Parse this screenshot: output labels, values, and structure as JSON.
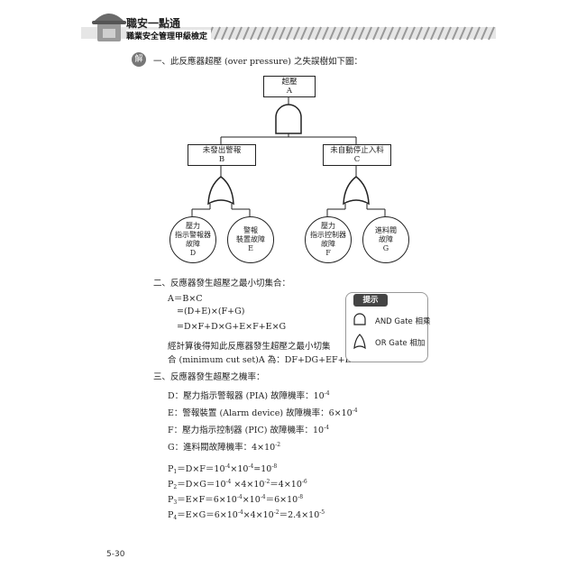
{
  "header": {
    "title": "職安一點通",
    "subtitle": "職業安全管理甲級檢定"
  },
  "answer_badge": "解",
  "section1": {
    "heading": "一、此反應器超壓 (over pressure) 之失誤樹如下圖："
  },
  "tree": {
    "top": {
      "line1": "超壓",
      "line2": "A"
    },
    "left": {
      "line1": "未發出警報",
      "line2": "B"
    },
    "right": {
      "line1": "未自動停止入料",
      "line2": "C"
    },
    "leaves": [
      {
        "lines": [
          "壓力",
          "指示警報器",
          "故障",
          "D"
        ]
      },
      {
        "lines": [
          "警報",
          "裝置故障",
          "E"
        ]
      },
      {
        "lines": [
          "壓力",
          "指示控制器",
          "故障",
          "F"
        ]
      },
      {
        "lines": [
          "進料閥",
          "故障",
          "G"
        ]
      }
    ]
  },
  "section2": {
    "heading": "二、反應器發生超壓之最小切集合：",
    "eq1": "A＝B×C",
    "eq2": "=(D+E)×(F+G)",
    "eq3": "=D×F+D×G+E×F+E×G",
    "conclusion1": "經計算後得知此反應器發生超壓之最小切集",
    "conclusion2": "合 (minimum cut set)A 為：DF+DG+EF+EG"
  },
  "hint": {
    "label": "提示",
    "and_text": "AND Gate 相乘",
    "or_text": "OR  Gate  相加"
  },
  "section3": {
    "heading": "三、反應器發生超壓之機率：",
    "d": {
      "text": "D：壓力指示警報器 (PIA) 故障機率：10",
      "exp": "-4"
    },
    "e": {
      "text": "E：警報裝置 (Alarm device) 故障機率：6×10",
      "exp": "-4"
    },
    "f": {
      "text": "F：壓力指示控制器 (PIC) 故障機率：10",
      "exp": "-4"
    },
    "g": {
      "text": "G：進料閥故障機率：4×10",
      "exp": "-2"
    }
  },
  "probabilities": [
    {
      "p": "P",
      "i": "1",
      "parts": [
        "＝D×F＝10",
        "-4",
        "×10",
        "-4",
        "=10",
        "-8"
      ]
    },
    {
      "p": "P",
      "i": "2",
      "parts": [
        "＝D×G＝10",
        "-4",
        " ×4×10",
        "-2",
        "＝4×10",
        "-6"
      ]
    },
    {
      "p": "P",
      "i": "3",
      "parts": [
        "＝E×F＝6×10",
        "-4",
        "×10",
        "-4",
        "＝6×10",
        "-8"
      ]
    },
    {
      "p": "P",
      "i": "4",
      "parts": [
        "＝E×G＝6×10",
        "-4",
        "×4×10",
        "-2",
        "＝2.4×10",
        "-5"
      ]
    }
  ],
  "page_number": "5-30"
}
